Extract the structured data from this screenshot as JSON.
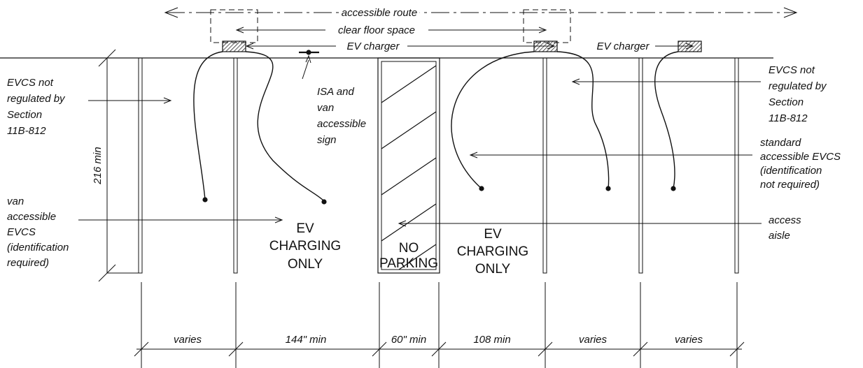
{
  "labels": {
    "accessible_route": "accessible route",
    "clear_floor_space": "clear floor space",
    "ev_charger_1": "EV charger",
    "ev_charger_2": "EV charger",
    "isa_sign": [
      "ISA and",
      "van",
      "accessible",
      "sign"
    ],
    "evcs_left": [
      "EVCS not",
      "regulated by",
      "Section",
      "11B-812"
    ],
    "evcs_right": [
      "EVCS not",
      "regulated by",
      "Section",
      "11B-812"
    ],
    "depth": "216 min",
    "van_evcs": [
      "van",
      "accessible",
      "EVCS",
      "(identification",
      "required)"
    ],
    "standard_evcs": [
      "standard",
      "accessible EVCS",
      "(identification",
      "not required)"
    ],
    "access_aisle": [
      "access",
      "aisle"
    ]
  },
  "pavement": {
    "ev_left": [
      "EV",
      "CHARGING",
      "ONLY"
    ],
    "no_parking": [
      "NO",
      "PARKING"
    ],
    "ev_right": [
      "EV",
      "CHARGING",
      "ONLY"
    ]
  },
  "dimensions": [
    "varies",
    "144\" min",
    "60\" min",
    "108 min",
    "varies",
    "varies"
  ]
}
